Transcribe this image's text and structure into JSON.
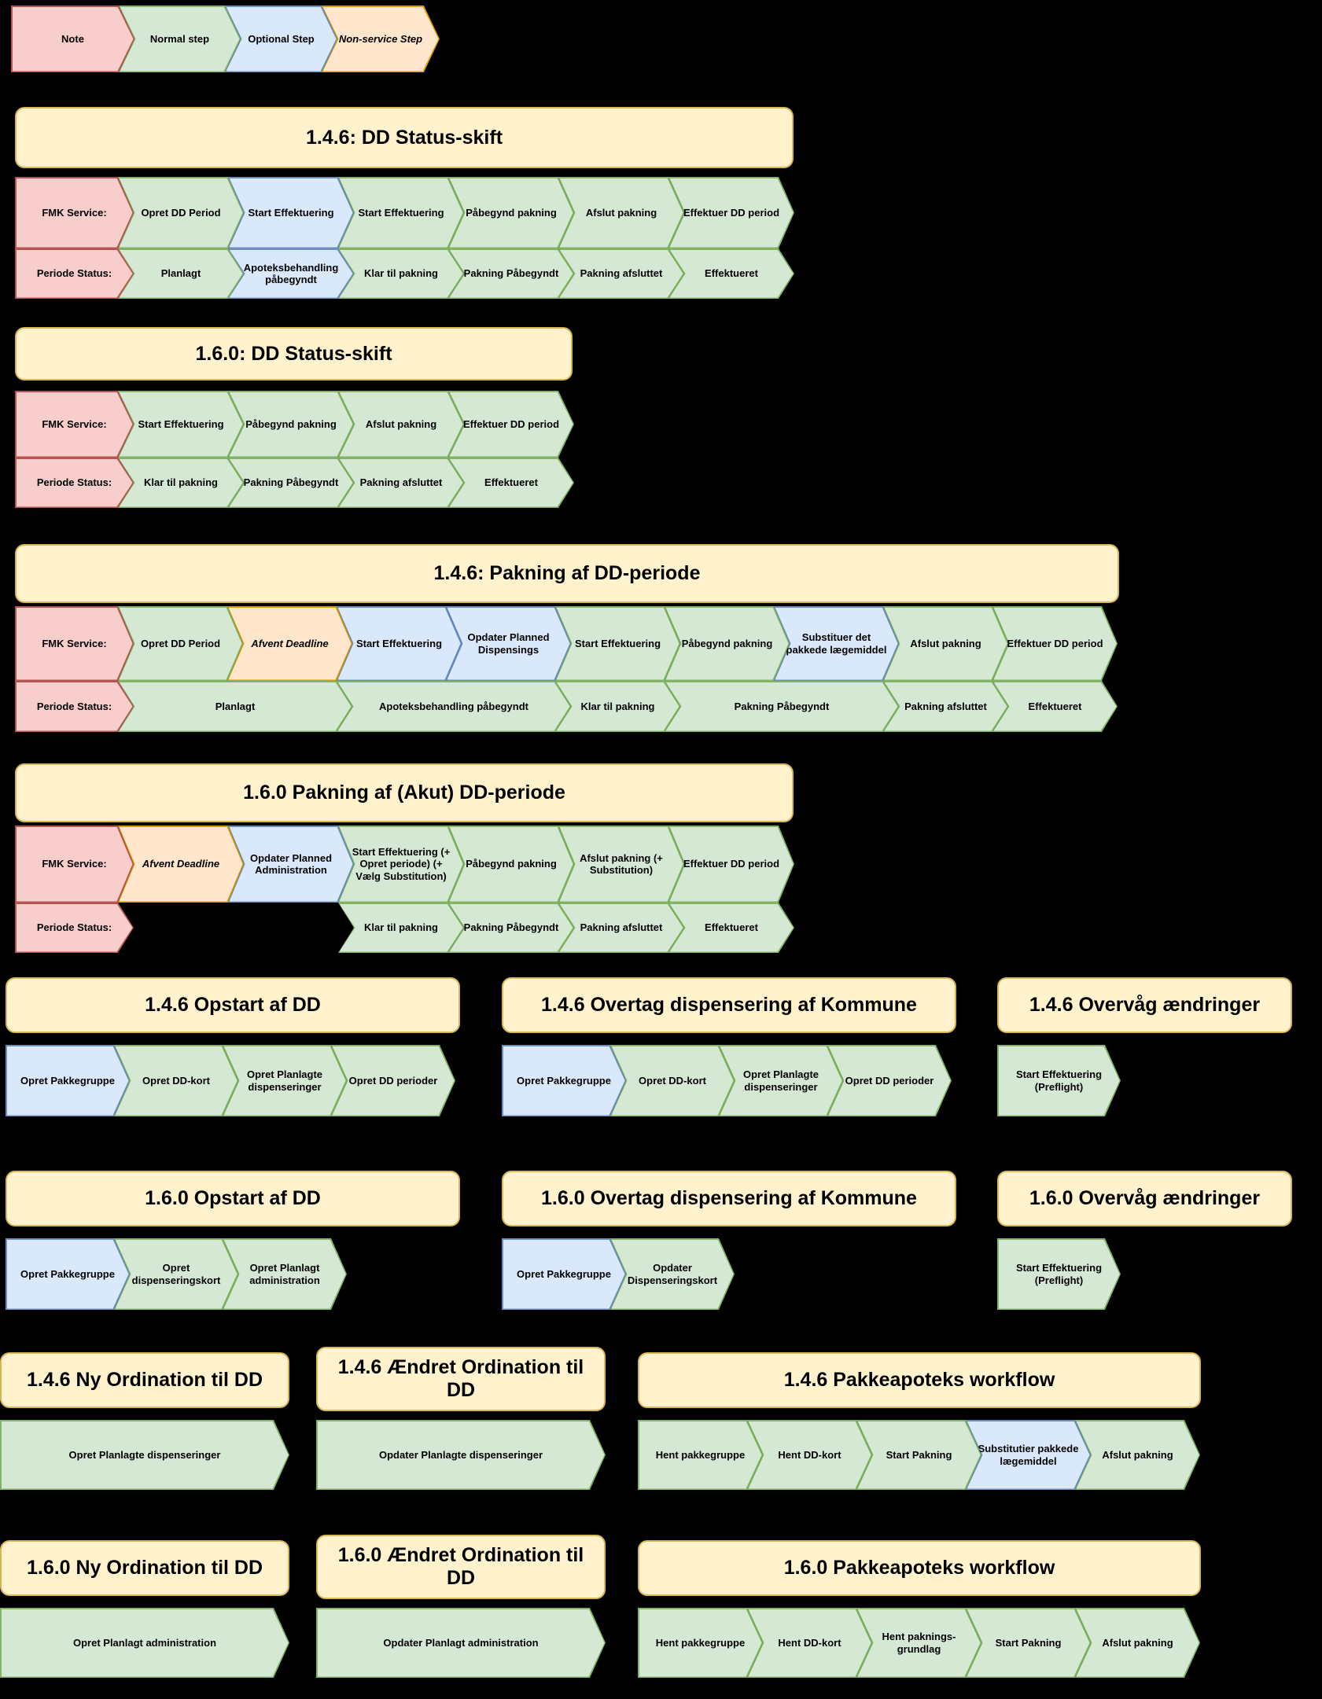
{
  "colors": {
    "background": "#000000",
    "title_fill": "#fff2cc",
    "title_border": "#d6b656",
    "note_fill": "#f8cecc",
    "note_border": "#b85450",
    "normal_fill": "#d5e8d4",
    "normal_border": "#82b366",
    "optional_fill": "#dae8fc",
    "optional_border": "#6c8ebf",
    "nonservice_fill": "#ffe6cc",
    "nonservice_border": "#d79b00"
  },
  "sections": [
    {
      "title": null,
      "rows": [
        {
          "steps": [
            {
              "label": "Note",
              "type": "note"
            },
            {
              "label": "Normal step",
              "type": "normal"
            },
            {
              "label": "Optional Step",
              "type": "optional"
            },
            {
              "label": "Non-service Step",
              "type": "nonservice"
            }
          ]
        }
      ]
    },
    {
      "title": "1.4.6: DD Status-skift",
      "rows": [
        {
          "header": "FMK Service:",
          "steps": [
            {
              "label": "FMK Service:",
              "type": "note"
            },
            {
              "label": "Opret DD Period",
              "type": "normal"
            },
            {
              "label": "Start Effektuering",
              "type": "optional"
            },
            {
              "label": "Start Effektuering",
              "type": "normal"
            },
            {
              "label": "Påbegynd pakning",
              "type": "normal"
            },
            {
              "label": "Afslut pakning",
              "type": "normal"
            },
            {
              "label": "Effektuer DD period",
              "type": "normal"
            }
          ]
        },
        {
          "header": "Periode Status:",
          "steps": [
            {
              "label": "Periode Status:",
              "type": "note"
            },
            {
              "label": "Planlagt",
              "type": "normal"
            },
            {
              "label": "Apoteksbehandling påbegyndt",
              "type": "optional"
            },
            {
              "label": "Klar til pakning",
              "type": "normal"
            },
            {
              "label": "Pakning Påbegyndt",
              "type": "normal"
            },
            {
              "label": "Pakning afsluttet",
              "type": "normal"
            },
            {
              "label": "Effektueret",
              "type": "normal"
            }
          ]
        }
      ]
    },
    {
      "title": "1.6.0: DD Status-skift",
      "rows": [
        {
          "header": "FMK Service:",
          "steps": [
            {
              "label": "FMK Service:",
              "type": "note"
            },
            {
              "label": "Start Effektuering",
              "type": "normal"
            },
            {
              "label": "Påbegynd pakning",
              "type": "normal"
            },
            {
              "label": "Afslut pakning",
              "type": "normal"
            },
            {
              "label": "Effektuer DD period",
              "type": "normal"
            }
          ]
        },
        {
          "header": "Periode Status:",
          "steps": [
            {
              "label": "Periode Status:",
              "type": "note"
            },
            {
              "label": "Klar til pakning",
              "type": "normal"
            },
            {
              "label": "Pakning Påbegyndt",
              "type": "normal"
            },
            {
              "label": "Pakning afsluttet",
              "type": "normal"
            },
            {
              "label": "Effektueret",
              "type": "normal"
            }
          ]
        }
      ]
    },
    {
      "title": "1.4.6: Pakning af DD-periode",
      "rows": [
        {
          "header": "FMK Service:",
          "steps": [
            {
              "label": "FMK Service:",
              "type": "note"
            },
            {
              "label": "Opret DD Period",
              "type": "normal"
            },
            {
              "label": "Afvent Deadline",
              "type": "nonservice"
            },
            {
              "label": "Start Effektuering",
              "type": "optional"
            },
            {
              "label": "Opdater Planned Dispensings",
              "type": "optional"
            },
            {
              "label": "Start Effektuering",
              "type": "normal"
            },
            {
              "label": "Påbegynd pakning",
              "type": "normal"
            },
            {
              "label": "Substituer det pakkede lægemiddel",
              "type": "optional"
            },
            {
              "label": "Afslut pakning",
              "type": "normal"
            },
            {
              "label": "Effektuer DD period",
              "type": "normal"
            }
          ]
        },
        {
          "header": "Periode Status:",
          "steps": [
            {
              "label": "Periode Status:",
              "type": "note"
            },
            {
              "label": "Planlagt",
              "type": "normal"
            },
            {
              "label": "Apoteksbehandling påbegyndt",
              "type": "normal"
            },
            {
              "label": "Klar til pakning",
              "type": "normal"
            },
            {
              "label": "Pakning Påbegyndt",
              "type": "normal"
            },
            {
              "label": "Pakning afsluttet",
              "type": "normal"
            },
            {
              "label": "Effektueret",
              "type": "normal"
            }
          ]
        }
      ]
    },
    {
      "title": "1.6.0 Pakning af (Akut) DD-periode",
      "rows": [
        {
          "header": "FMK Service:",
          "steps": [
            {
              "label": "FMK Service:",
              "type": "note"
            },
            {
              "label": "Afvent Deadline",
              "type": "nonservice"
            },
            {
              "label": "Opdater Planned Administration",
              "type": "optional"
            },
            {
              "label": "Start Effektuering (+ Opret periode) (+ Vælg Substitution)",
              "type": "normal"
            },
            {
              "label": "Påbegynd pakning",
              "type": "normal"
            },
            {
              "label": "Afslut pakning (+ Substitution)",
              "type": "normal"
            },
            {
              "label": "Effektuer DD period",
              "type": "normal"
            }
          ]
        },
        {
          "header": "Periode Status:",
          "steps": [
            {
              "label": "Periode Status:",
              "type": "note"
            }
          ]
        },
        {
          "steps": [
            {
              "label": "Klar til pakning",
              "type": "normal"
            },
            {
              "label": "Pakning Påbegyndt",
              "type": "normal"
            },
            {
              "label": "Pakning afsluttet",
              "type": "normal"
            },
            {
              "label": "Effektueret",
              "type": "normal"
            }
          ]
        }
      ]
    },
    {
      "title": "1.4.6 Opstart af DD",
      "rows": [
        {
          "steps": [
            {
              "label": "Opret Pakkegruppe",
              "type": "optional"
            },
            {
              "label": "Opret DD-kort",
              "type": "normal"
            },
            {
              "label": "Opret Planlagte dispenseringer",
              "type": "normal"
            },
            {
              "label": "Opret DD perioder",
              "type": "normal"
            }
          ]
        }
      ]
    },
    {
      "title": "1.4.6 Overtag dispensering af Kommune",
      "rows": [
        {
          "steps": [
            {
              "label": "Opret Pakkegruppe",
              "type": "optional"
            },
            {
              "label": "Opret DD-kort",
              "type": "normal"
            },
            {
              "label": "Opret Planlagte dispenseringer",
              "type": "normal"
            },
            {
              "label": "Opret DD perioder",
              "type": "normal"
            }
          ]
        }
      ]
    },
    {
      "title": "1.4.6 Overvåg ændringer",
      "rows": [
        {
          "steps": [
            {
              "label": "Start Effektuering (Preflight)",
              "type": "normal"
            }
          ]
        }
      ]
    },
    {
      "title": "1.6.0 Opstart af DD",
      "rows": [
        {
          "steps": [
            {
              "label": "Opret Pakkegruppe",
              "type": "optional"
            },
            {
              "label": "Opret dispenseringskort",
              "type": "normal"
            },
            {
              "label": "Opret Planlagt administration",
              "type": "normal"
            }
          ]
        }
      ]
    },
    {
      "title": "1.6.0 Overtag dispensering af Kommune",
      "rows": [
        {
          "steps": [
            {
              "label": "Opret Pakkegruppe",
              "type": "optional"
            },
            {
              "label": "Opdater Dispenseringskort",
              "type": "normal"
            }
          ]
        }
      ]
    },
    {
      "title": "1.6.0 Overvåg ændringer",
      "rows": [
        {
          "steps": [
            {
              "label": "Start Effektuering (Preflight)",
              "type": "normal"
            }
          ]
        }
      ]
    },
    {
      "title": "1.4.6 Ny Ordination til DD",
      "rows": [
        {
          "steps": [
            {
              "label": "Opret Planlagte dispenseringer",
              "type": "normal"
            }
          ]
        }
      ]
    },
    {
      "title": "1.4.6 Ændret Ordination til DD",
      "rows": [
        {
          "steps": [
            {
              "label": "Opdater Planlagte dispenseringer",
              "type": "normal"
            }
          ]
        }
      ]
    },
    {
      "title": "1.4.6 Pakkeapoteks workflow",
      "rows": [
        {
          "steps": [
            {
              "label": "Hent pakkegruppe",
              "type": "normal"
            },
            {
              "label": "Hent DD-kort",
              "type": "normal"
            },
            {
              "label": "Start Pakning",
              "type": "normal"
            },
            {
              "label": "Substitutier pakkede lægemiddel",
              "type": "optional"
            },
            {
              "label": "Afslut pakning",
              "type": "normal"
            }
          ]
        }
      ]
    },
    {
      "title": "1.6.0 Ny Ordination til DD",
      "rows": [
        {
          "steps": [
            {
              "label": "Opret Planlagt administration",
              "type": "normal"
            }
          ]
        }
      ]
    },
    {
      "title": "1.6.0 Ændret Ordination til DD",
      "rows": [
        {
          "steps": [
            {
              "label": "Opdater Planlagt administration",
              "type": "normal"
            }
          ]
        }
      ]
    },
    {
      "title": "1.6.0 Pakkeapoteks workflow",
      "rows": [
        {
          "steps": [
            {
              "label": "Hent pakkegruppe",
              "type": "normal"
            },
            {
              "label": "Hent DD-kort",
              "type": "normal"
            },
            {
              "label": "Hent paknings-grundlag",
              "type": "normal"
            },
            {
              "label": "Start Pakning",
              "type": "normal"
            },
            {
              "label": "Afslut pakning",
              "type": "normal"
            }
          ]
        }
      ]
    }
  ]
}
